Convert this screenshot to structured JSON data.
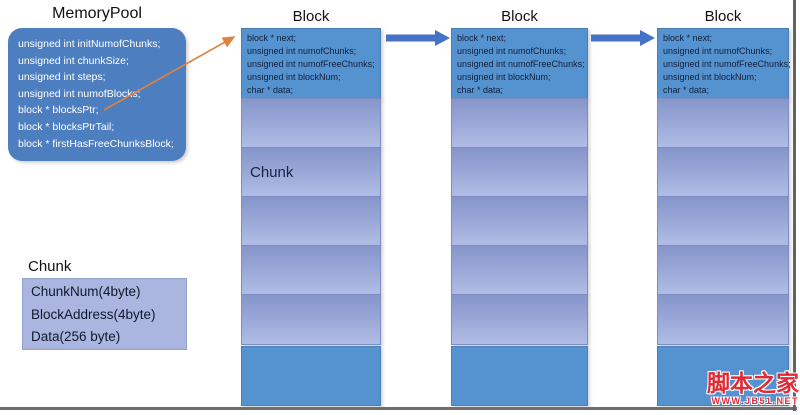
{
  "memory_pool": {
    "title": "MemoryPool",
    "fields": [
      "unsigned int initNumofChunks;",
      "unsigned int chunkSize;",
      "unsigned int steps;",
      "unsigned int numofBlocks;",
      "block * blocksPtr;",
      "block * blocksPtrTail;",
      "block * firstHasFreeChunksBlock;"
    ]
  },
  "blocks": [
    {
      "title": "Block",
      "fields": [
        "block * next;",
        "unsigned int numofChunks;",
        "unsigned int numofFreeChunks;",
        "unsigned int blockNum;",
        "char * data;"
      ],
      "chunk_label": "Chunk"
    },
    {
      "title": "Block",
      "fields": [
        "block * next;",
        "unsigned int numofChunks;",
        "unsigned int numofFreeChunks;",
        "unsigned int blockNum;",
        "char * data;"
      ]
    },
    {
      "title": "Block",
      "fields": [
        "block * next;",
        "unsigned int numofChunks;",
        "unsigned int numofFreeChunks;",
        "unsigned int blockNum;",
        "char * data;"
      ]
    }
  ],
  "chunk_legend": {
    "title": "Chunk",
    "fields": [
      "ChunkNum(4byte)",
      "BlockAddress(4byte)",
      "Data(256 byte)"
    ]
  },
  "watermark": {
    "brand": "脚本之家",
    "site": "WWW.JB51.NET"
  },
  "colors": {
    "pool_box": "#4d7ec0",
    "block_header": "#5592d0",
    "chunk_cell_top": "#8695ca",
    "chunk_cell_bottom": "#b1bde5",
    "legend_box": "#aab6e0",
    "arrow_blue": "#4472c4",
    "arrow_orange": "#e0813f",
    "watermark_red": "#e02a35"
  }
}
